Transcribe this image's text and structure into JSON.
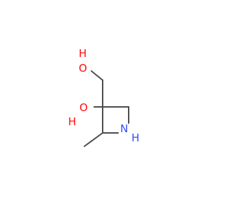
{
  "molecule": {
    "atoms": {
      "hydroxymethyl_h": "H",
      "hydroxymethyl_o": "O",
      "ring_hydroxyl_h": "H",
      "ring_hydroxyl_o": "O",
      "ring_nitrogen": "N",
      "ring_nh_h": "H"
    },
    "colors": {
      "bond": "#4d4d4d",
      "oxygen": "#ff0d0d",
      "nitrogen": "#3050f8",
      "background": "#ffffff"
    }
  }
}
